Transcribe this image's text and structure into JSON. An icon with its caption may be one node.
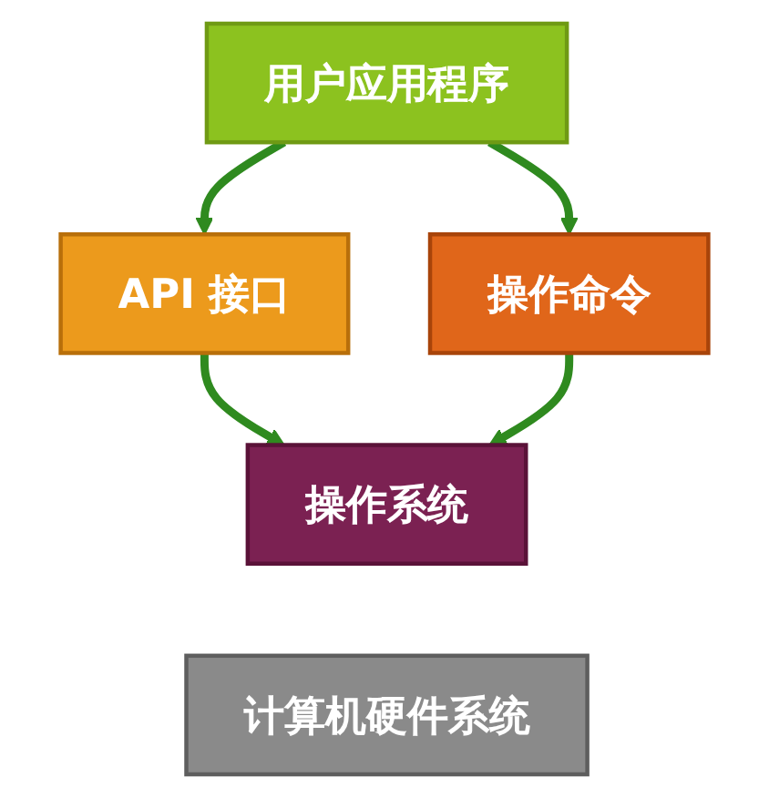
{
  "diagram": {
    "nodes": [
      {
        "text": [
          "用户应用程序"
        ]
      },
      {
        "text": [
          "API 接口"
        ]
      },
      {
        "text": [
          "操作命令"
        ]
      },
      {
        "text": [
          "操作系统"
        ]
      },
      {
        "text": [
          "计算机硬件系统"
        ]
      }
    ],
    "edges": [
      {
        "from": 0,
        "to": 1,
        "arrow": "to"
      },
      {
        "from": 0,
        "to": 2,
        "arrow": "to"
      },
      {
        "from": 1,
        "to": 3,
        "arrow": "to"
      },
      {
        "from": 2,
        "to": 3,
        "arrow": "to"
      }
    ]
  }
}
